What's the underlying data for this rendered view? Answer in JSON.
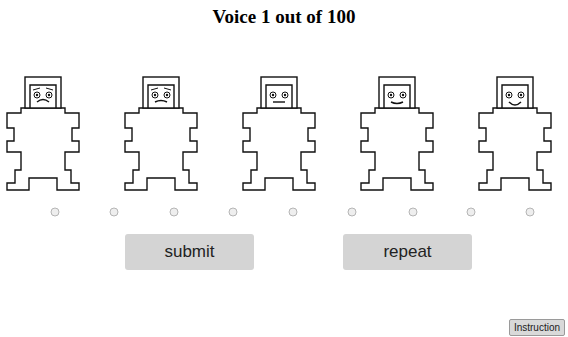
{
  "diagram": {
    "title": "Voice 1 out of 100",
    "nodes": [
      {
        "text": [
          "submit"
        ]
      },
      {
        "text": [
          "repeat"
        ]
      },
      {
        "text": [
          "Instruction"
        ]
      }
    ]
  }
}
